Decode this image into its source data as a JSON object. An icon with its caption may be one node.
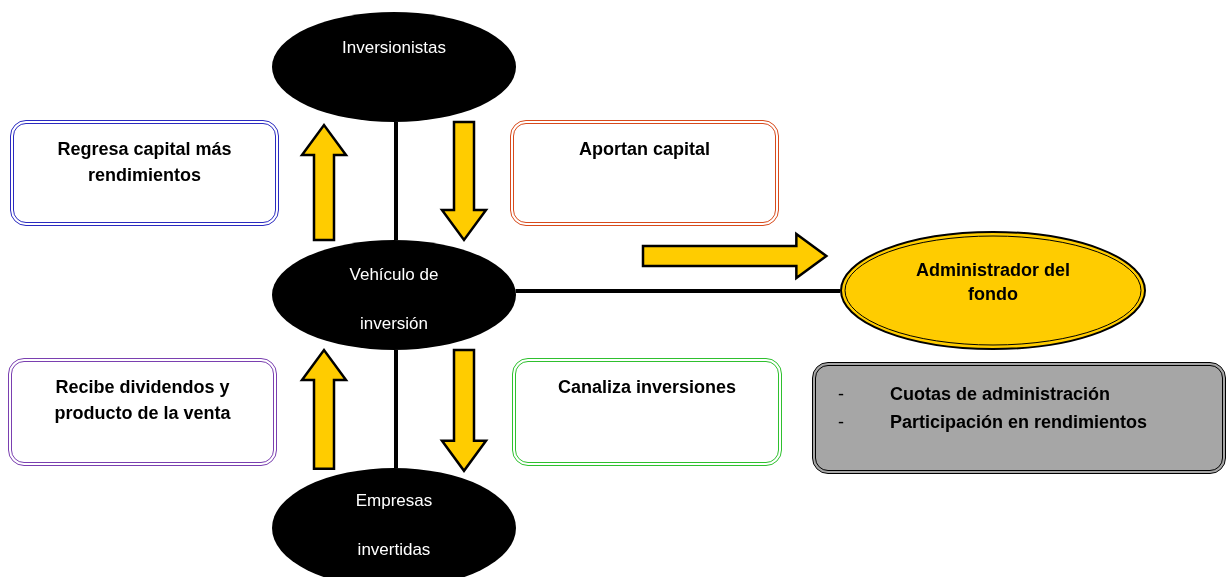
{
  "diagram": {
    "nodes": [
      {
        "text": [
          "Inversionistas"
        ]
      },
      {
        "text": [
          "Regresa capital más rendimientos"
        ]
      },
      {
        "text": [
          "Aportan capital"
        ]
      },
      {
        "text": [
          "Vehículo de inversión"
        ]
      },
      {
        "text": [
          "Administrador del fondo"
        ]
      },
      {
        "text": [
          "Recibe dividendos y producto de la venta"
        ]
      },
      {
        "text": [
          "Canaliza inversiones"
        ]
      },
      {
        "text": [
          "-",
          "Cuotas de administración",
          "-",
          "Participación en rendimientos"
        ]
      },
      {
        "text": [
          "Empresas invertidas"
        ]
      }
    ],
    "edges": [
      {
        "from": 0,
        "to": 3,
        "arrow": "none"
      },
      {
        "from": 3,
        "to": 8,
        "arrow": "none"
      },
      {
        "from": 3,
        "to": 4,
        "arrow": "none"
      },
      {
        "from": 3,
        "to": 0,
        "arrow": "to",
        "style": "thick",
        "color": "#ffcc00"
      },
      {
        "from": 0,
        "to": 3,
        "arrow": "to",
        "style": "thick",
        "color": "#ffcc00"
      },
      {
        "from": 8,
        "to": 3,
        "arrow": "to",
        "style": "thick",
        "color": "#ffcc00"
      },
      {
        "from": 3,
        "to": 8,
        "arrow": "to",
        "style": "thick",
        "color": "#ffcc00"
      },
      {
        "from": null,
        "to": 4,
        "arrow": "to",
        "style": "thick",
        "color": "#ffcc00"
      }
    ]
  }
}
